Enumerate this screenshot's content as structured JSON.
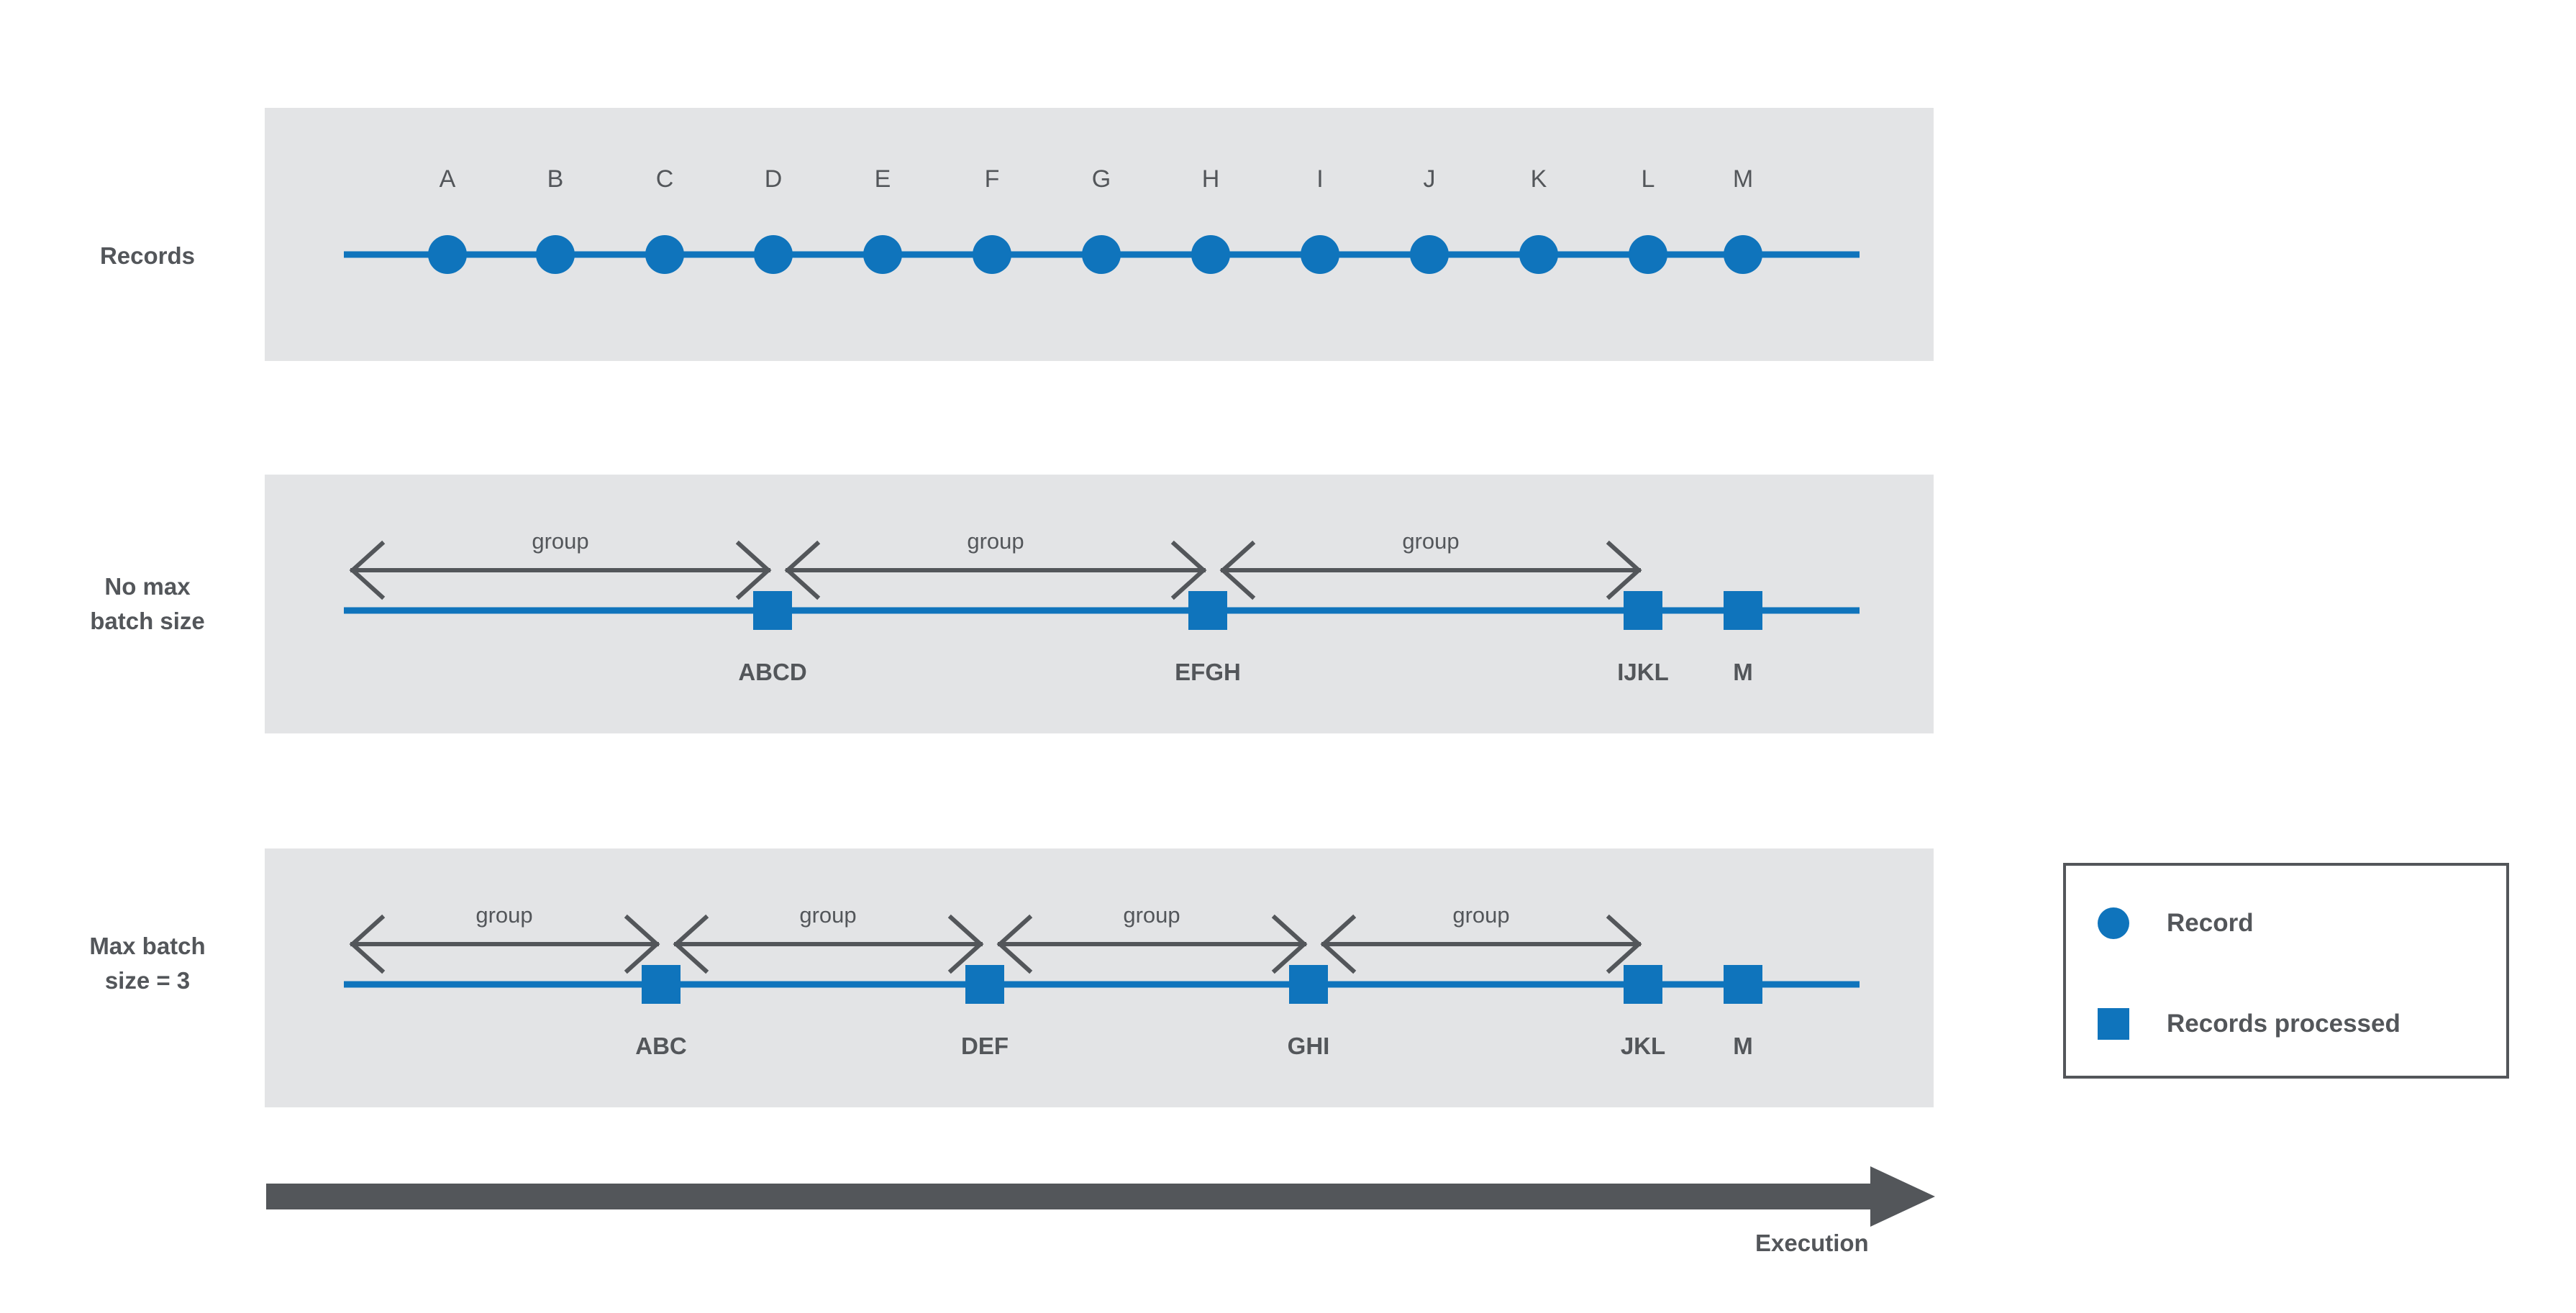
{
  "diagram": {
    "title_colors": {
      "accent_blue": "#0F74BC",
      "panel_gray": "#E3E4E6",
      "text_gray": "#53565a"
    },
    "rows": [
      {
        "id": "records",
        "label": "Records",
        "marker": "circle",
        "items": [
          {
            "label": "A"
          },
          {
            "label": "B"
          },
          {
            "label": "C"
          },
          {
            "label": "D"
          },
          {
            "label": "E"
          },
          {
            "label": "F"
          },
          {
            "label": "G"
          },
          {
            "label": "H"
          },
          {
            "label": "I"
          },
          {
            "label": "J"
          },
          {
            "label": "K"
          },
          {
            "label": "L"
          },
          {
            "label": "M"
          }
        ],
        "groups": []
      },
      {
        "id": "no-max-batch-size",
        "label": "No max\nbatch size",
        "marker": "square",
        "items": [
          {
            "label": "ABCD"
          },
          {
            "label": "EFGH"
          },
          {
            "label": "IJKL"
          },
          {
            "label": "M"
          }
        ],
        "groups": [
          {
            "label": "group"
          },
          {
            "label": "group"
          },
          {
            "label": "group"
          }
        ]
      },
      {
        "id": "max-batch-size-3",
        "label": "Max batch\nsize = 3",
        "marker": "square",
        "items": [
          {
            "label": "ABC"
          },
          {
            "label": "DEF"
          },
          {
            "label": "GHI"
          },
          {
            "label": "JKL"
          },
          {
            "label": "M"
          }
        ],
        "groups": [
          {
            "label": "group"
          },
          {
            "label": "group"
          },
          {
            "label": "group"
          },
          {
            "label": "group"
          }
        ]
      }
    ],
    "execution": {
      "label": "Execution"
    },
    "legend": {
      "items": [
        {
          "marker": "circle",
          "label": "Record"
        },
        {
          "marker": "square",
          "label": "Records processed"
        }
      ]
    }
  }
}
